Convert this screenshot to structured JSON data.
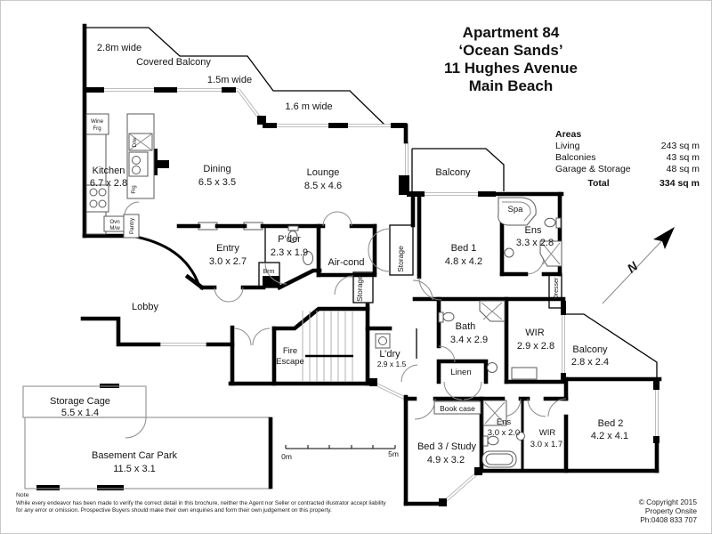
{
  "palette": {
    "ink": "#000000",
    "background": "#ffffff",
    "glazing": "#b5b5b5"
  },
  "header": {
    "title_lines": [
      "Apartment 84",
      "‘Ocean Sands’",
      "11 Hughes Avenue",
      "Main Beach"
    ]
  },
  "areas": {
    "heading": "Areas",
    "rows": [
      {
        "label": "Living",
        "value": "243 sq m"
      },
      {
        "label": "Balconies",
        "value": "43 sq m"
      },
      {
        "label": "Garage & Storage",
        "value": "48 sq m"
      }
    ],
    "total": {
      "label": "Total",
      "value": "334 sq m"
    }
  },
  "balcony_notes": {
    "w28": "2.8m wide",
    "covered": "Covered Balcony",
    "w15": "1.5m wide",
    "w16": "1.6 m wide"
  },
  "rooms": {
    "kitchen": {
      "name": "Kitchen",
      "dims": "6.7 x 2.8"
    },
    "dining": {
      "name": "Dining",
      "dims": "6.5 x 3.5"
    },
    "lounge": {
      "name": "Lounge",
      "dims": "8.5 x 4.6"
    },
    "balcony_top": {
      "name": "Balcony"
    },
    "bed1": {
      "name": "Bed 1",
      "dims": "4.8 x 4.2"
    },
    "ens1": {
      "name": "Ens",
      "dims": "3.3 x 2.8"
    },
    "entry": {
      "name": "Entry",
      "dims": "3.0 x 2.7"
    },
    "powder": {
      "name": "P’der",
      "dims": "2.3 x 1.9"
    },
    "brm": {
      "name": "Brm"
    },
    "aircond": {
      "name": "Air-cond"
    },
    "bath": {
      "name": "Bath",
      "dims": "3.4 x 2.9"
    },
    "wir1": {
      "name": "WIR",
      "dims": "2.9 x 2.8"
    },
    "balcony_right": {
      "name": "Balcony",
      "dims": "2.8 x 2.4"
    },
    "linen": {
      "name": "Linen"
    },
    "ldry": {
      "name": "L’dry",
      "dims": "2.9 x 1.5"
    },
    "fire_escape": {
      "name1": "Fire",
      "name2": "Escape"
    },
    "lobby": {
      "name": "Lobby"
    },
    "storage_cage": {
      "name": "Storage Cage",
      "dims": "5.5 x 1.4"
    },
    "carpark": {
      "name": "Basement Car Park",
      "dims": "11.5 x 3.1"
    },
    "bed3": {
      "name": "Bed 3 / Study",
      "dims": "4.9 x 3.2"
    },
    "ens2": {
      "name": "Ens",
      "dims": "3.0 x 2.0"
    },
    "wir2": {
      "name": "WIR",
      "dims": "3.0 x 1.7"
    },
    "bed2": {
      "name": "Bed 2",
      "dims": "4.2 x 4.1"
    }
  },
  "fixtures": {
    "wine1": "Wine",
    "wine2": "Frg",
    "dw": "D/w",
    "frg": "Frg",
    "ovn1": "Ovn",
    "ovn2": "M/w",
    "pantry": "Pantry",
    "spa": "Spa",
    "storage_hall": "Storage",
    "storage_small": "Storage",
    "dresser": "Dresser",
    "bookcase": "Book case"
  },
  "scale_bar": {
    "start": "0m",
    "end": "5m"
  },
  "compass": {
    "north": "N"
  },
  "note": {
    "heading": "Note",
    "line1": "While every endeavor has been made to verify the correct detail in this brochure, neither the Agent nor Seller or contracted illustrator accept liability",
    "line2": "for any error or omission. Prospective Buyers should make their own enquiries and form their own judgement on this property."
  },
  "copyright": {
    "line1": "© Copyright 2015",
    "line2": "Property Onsite",
    "line3": "Ph:0408 833 707"
  }
}
